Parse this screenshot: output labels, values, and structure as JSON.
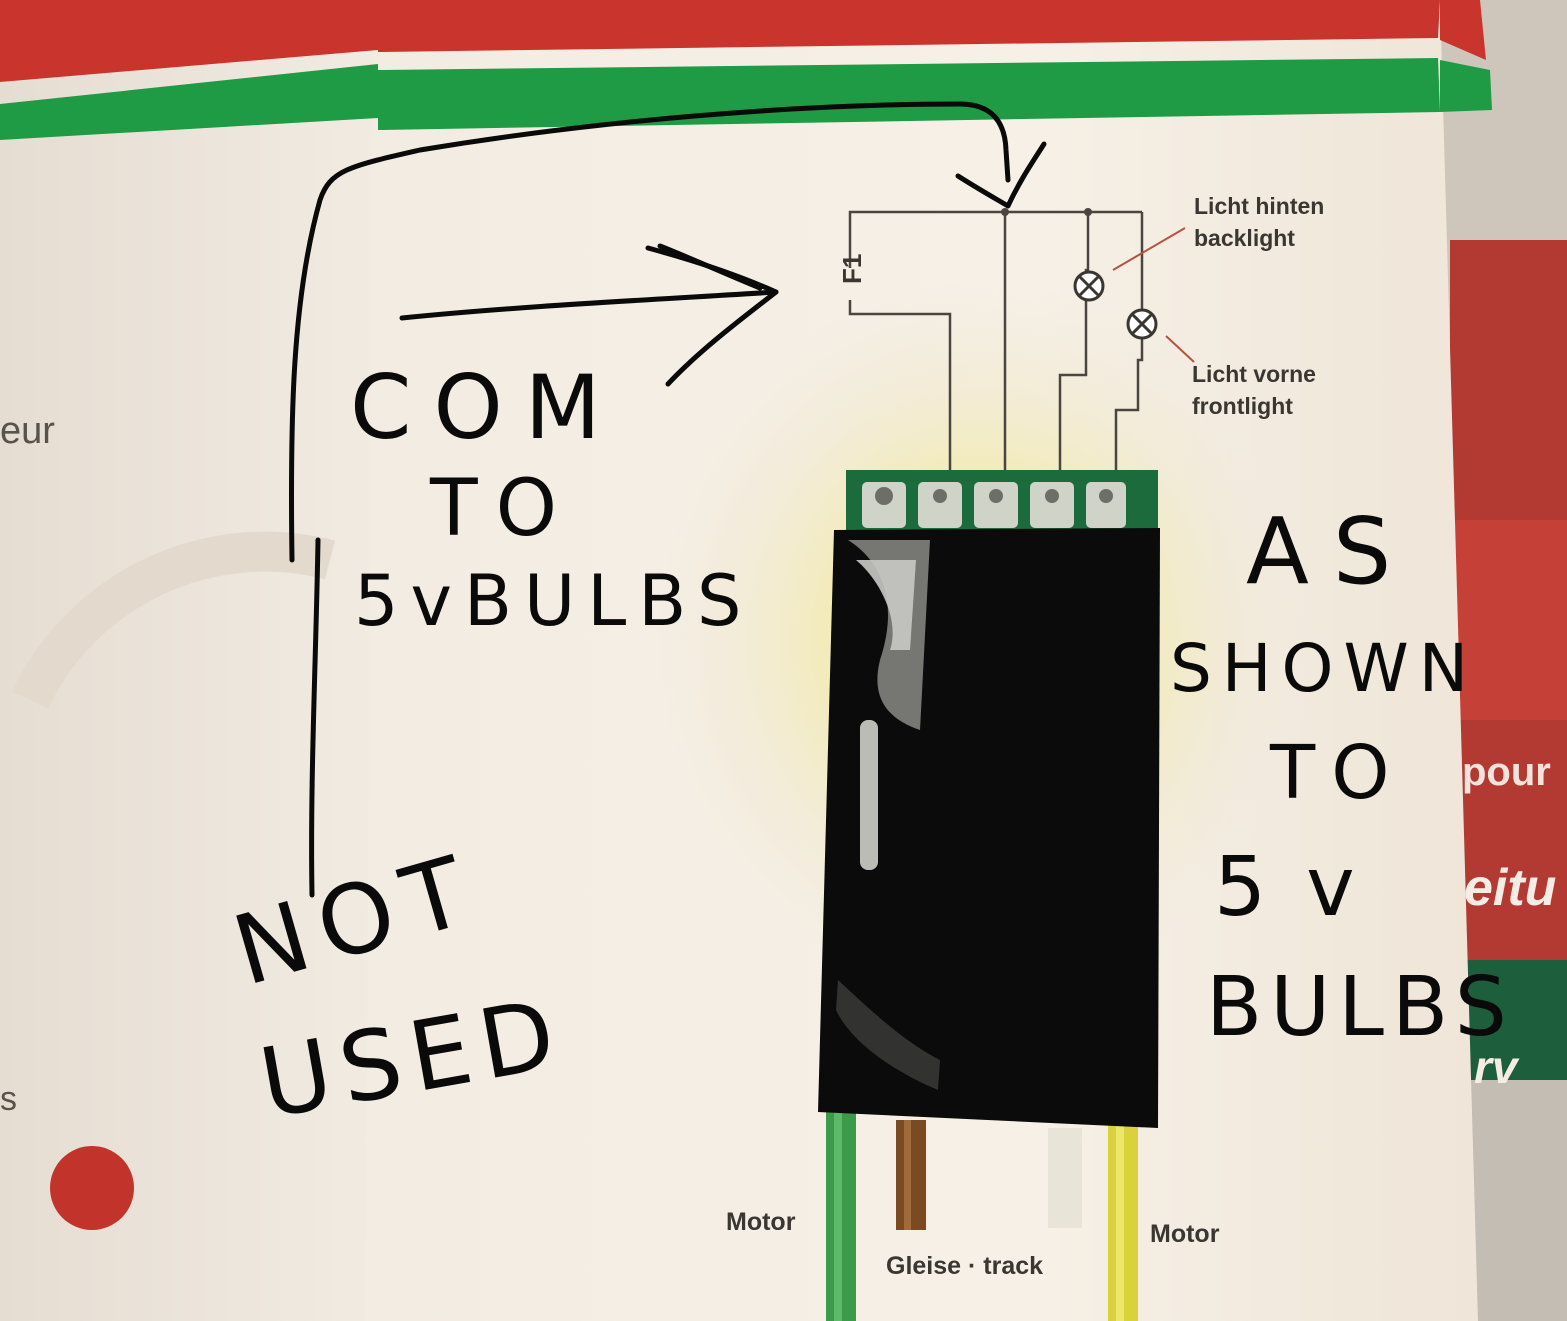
{
  "colors": {
    "stripe_red": "#c9342c",
    "stripe_green": "#1f9a45",
    "decoder_black": "#0b0b0b",
    "pcb_green": "#1c6b3c",
    "wire_green": "#3c9a4a",
    "wire_brown": "#7a4a22",
    "wire_white": "#e9e4d8",
    "wire_yellow": "#d9d23a",
    "ink": "#0a0a0a"
  },
  "diagram": {
    "f1_label": "F1",
    "lights": {
      "back_line1": "Licht hinten",
      "back_line2": "backlight",
      "front_line1": "Licht vorne",
      "front_line2": "frontlight"
    },
    "motor_left": "Motor",
    "track": "Gleise · track",
    "motor_right": "Motor"
  },
  "annotations": {
    "com": {
      "line1": "COM",
      "line2": "TO",
      "line3": "5vBULBS"
    },
    "as_shown": {
      "line1": "AS",
      "line2": "SHOWN",
      "line3": "TO",
      "line4": "5v",
      "line5": "BULBS"
    },
    "not_used": {
      "line1": "NOT",
      "line2": "USED"
    }
  },
  "side_text": {
    "left_fragment": "eur",
    "left_fragment_2": "s",
    "right_fragment_1": "pour",
    "right_fragment_2": "eitu",
    "right_fragment_3": "rv"
  },
  "icons": [
    "lamp-icon",
    "lamp-icon",
    "solder-pad",
    "red-dot"
  ]
}
